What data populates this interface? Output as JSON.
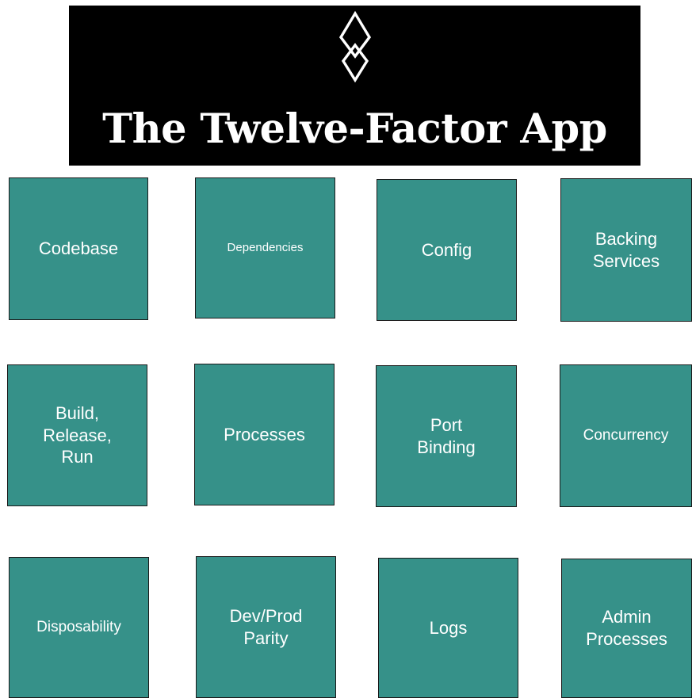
{
  "header": {
    "title": "The Twelve-Factor App",
    "background": "#000000",
    "text_color": "#ffffff",
    "logo_icon": "twelve-factor-diamond-icon"
  },
  "grid": {
    "tile_color": "#369189",
    "border_color": "#1a1a1a",
    "factors": [
      {
        "label": "Codebase"
      },
      {
        "label": "Dependencies"
      },
      {
        "label": "Config"
      },
      {
        "label": "Backing\nServices"
      },
      {
        "label": "Build,\nRelease,\nRun"
      },
      {
        "label": "Processes"
      },
      {
        "label": "Port\nBinding"
      },
      {
        "label": "Concurrency"
      },
      {
        "label": "Disposability"
      },
      {
        "label": "Dev/Prod\nParity"
      },
      {
        "label": "Logs"
      },
      {
        "label": "Admin\nProcesses"
      }
    ]
  }
}
